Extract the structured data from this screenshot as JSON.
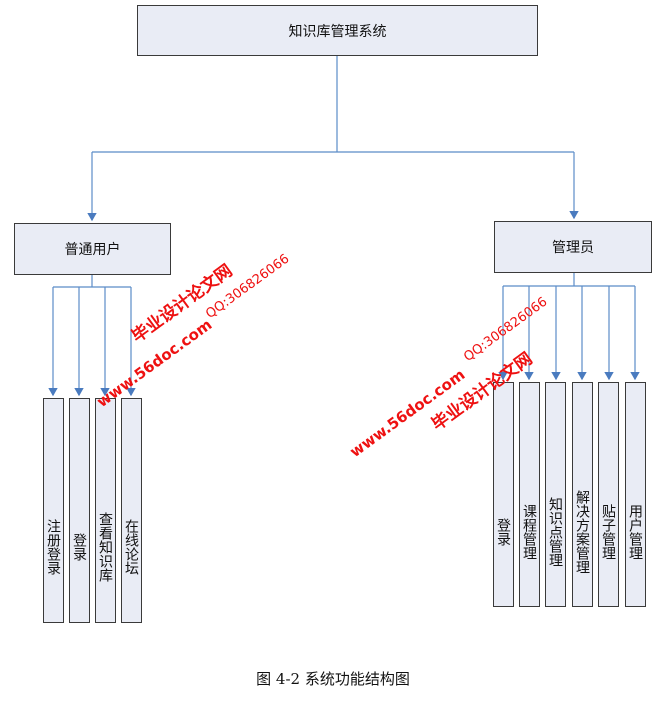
{
  "root": {
    "label": "知识库管理系统"
  },
  "user": {
    "label": "普通用户",
    "functions": [
      "注册登录",
      "登录",
      "查看知识库",
      "在线论坛"
    ]
  },
  "admin": {
    "label": "管理员",
    "functions": [
      "登录",
      "课程管理",
      "知识点管理",
      "解决方案管理",
      "贴子管理",
      "用户管理"
    ]
  },
  "caption": "图 4-2 系统功能结构图",
  "watermark": {
    "site_name": "毕业设计论文网",
    "url": "www.56doc.com",
    "qq": "QQ:306826066",
    "color": "#ee1111"
  },
  "colors": {
    "box_fill": "#e9ecf5",
    "connector": "#5b8cc8"
  }
}
